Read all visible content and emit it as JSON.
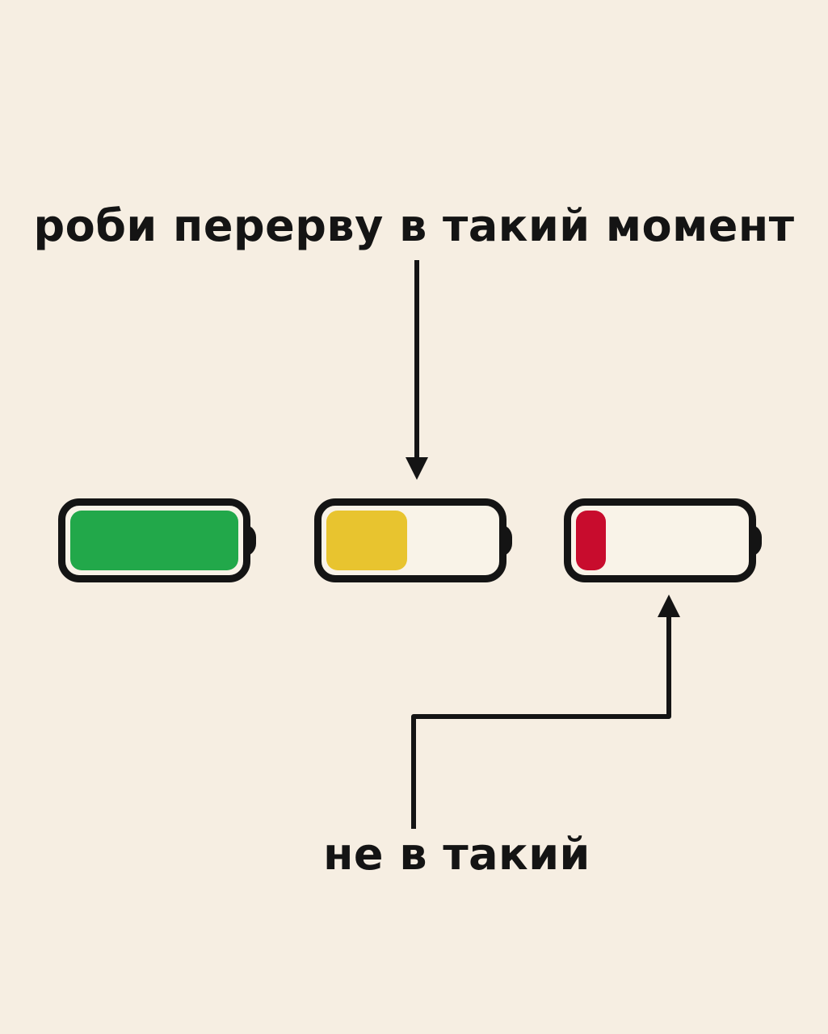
{
  "title": "роби перерву в такий момент",
  "caption": "не в такий",
  "colors": {
    "background": "#f6eee2",
    "arrow": "#141414",
    "battery_border": "#141414",
    "battery_interior": "#f9f3e8"
  },
  "batteries": [
    {
      "name": "full-battery",
      "fill_color": "#22a84a",
      "fill_percent": 100
    },
    {
      "name": "medium-battery",
      "fill_color": "#e8c42f",
      "fill_percent": 48
    },
    {
      "name": "low-battery",
      "fill_color": "#c80c2d",
      "fill_percent": 18
    }
  ]
}
